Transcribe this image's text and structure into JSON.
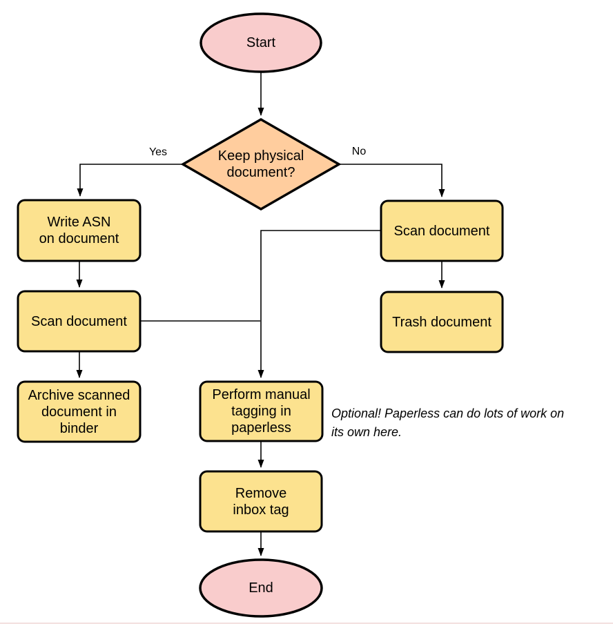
{
  "colors": {
    "canvas_background": "#ffffff",
    "terminal_fill": "#f9cccc",
    "decision_fill": "#ffcd9e",
    "process_fill": "#fce28f",
    "stroke": "#000000",
    "bottom_edge": "#f3dfde"
  },
  "nodes": {
    "start": {
      "label": "Start"
    },
    "decision": {
      "label": "Keep physical\ndocument?"
    },
    "write_asn": {
      "label": "Write ASN\non document"
    },
    "scan_left": {
      "label": "Scan document"
    },
    "archive": {
      "label": "Archive scanned\ndocument in\nbinder"
    },
    "scan_right": {
      "label": "Scan document"
    },
    "trash": {
      "label": "Trash document"
    },
    "tagging": {
      "label": "Perform manual\ntagging in\npaperless"
    },
    "remove_inbox": {
      "label": "Remove\ninbox tag"
    },
    "end": {
      "label": "End"
    }
  },
  "edge_labels": {
    "yes": "Yes",
    "no": "No"
  },
  "note": "Optional! Paperless can do lots of work on\nits own here."
}
